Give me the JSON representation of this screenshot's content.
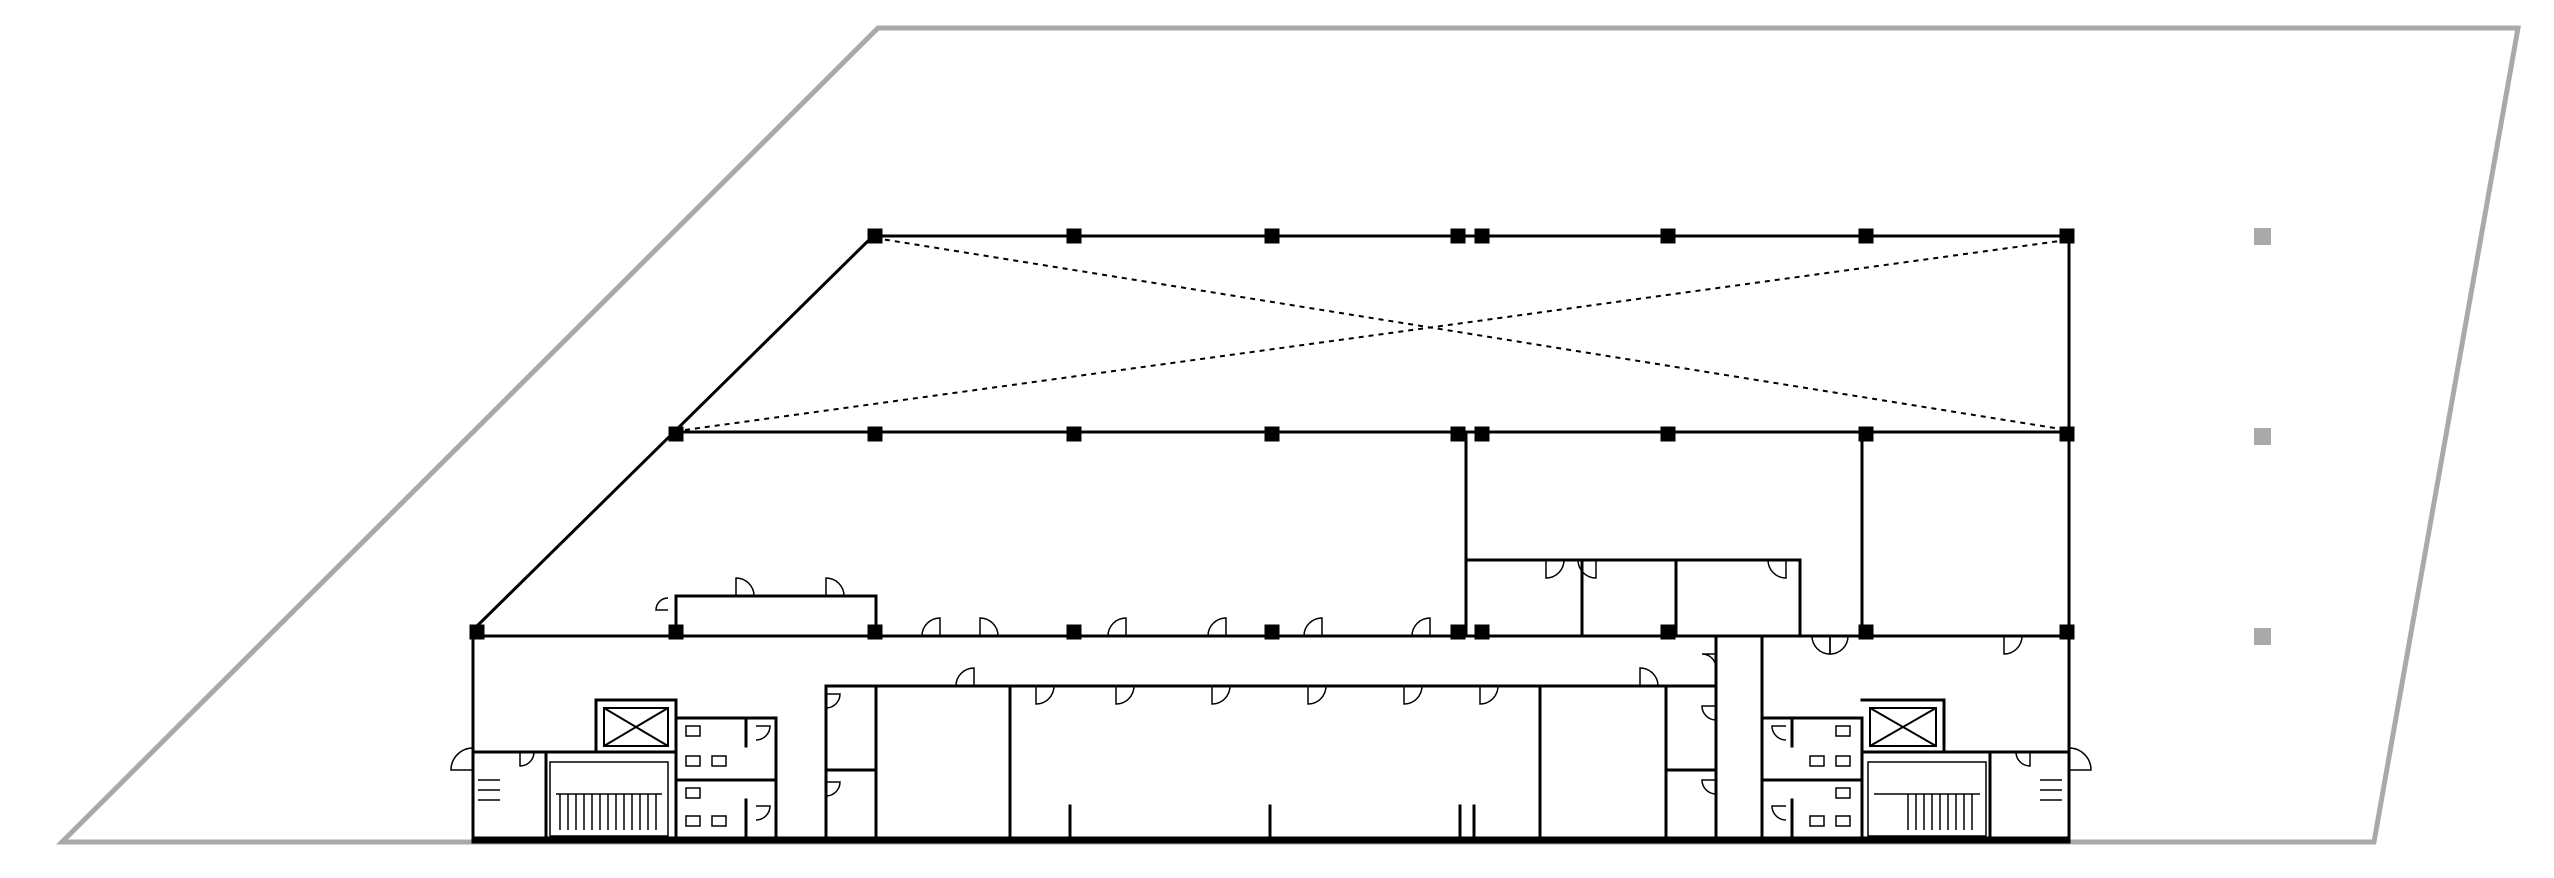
{
  "drawing": {
    "type": "architectural floor plan",
    "colors": {
      "wall": "#000000",
      "site_outline": "#a9a9a9",
      "background": "#ffffff"
    },
    "elements": {
      "site_boundary": "site-boundary",
      "structural_grid_columns": "structural-column",
      "void_marker": "void-cross-dashed",
      "cores": [
        "west-core",
        "east-core"
      ],
      "core_contents": [
        "stair",
        "lift",
        "toilets"
      ]
    }
  }
}
